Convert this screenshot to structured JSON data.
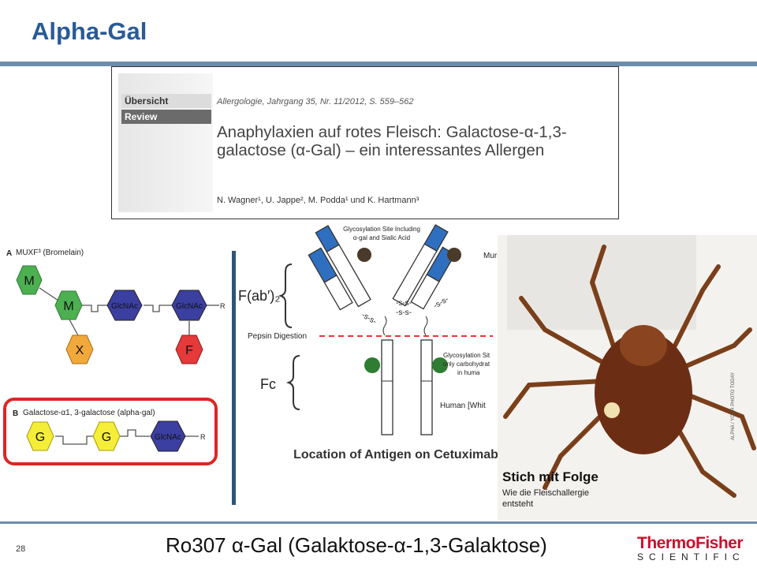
{
  "slide": {
    "title": "Alpha-Gal",
    "page_number": "28",
    "footer_caption": "Ro307 α-Gal (Galaktose-α-1,3-Galaktose)"
  },
  "logo": {
    "line1": "ThermoFisher",
    "line2": "SCIENTIFIC"
  },
  "paper": {
    "tab_overview": "Übersicht",
    "tab_review": "Review",
    "journal": "Allergologie, Jahrgang 35, Nr. 11/2012, S. 559–562",
    "headline": "Anaphylaxien auf rotes Fleisch: Galactose-α-1,3-galactose (α-Gal) – ein interessantes Allergen",
    "authors": "N. Wagner¹, U. Jappe², M. Podda¹ und K. Hartmann³"
  },
  "glycan": {
    "panel_a_letter": "A",
    "panel_a_label": "MUXF³ (Bromelain)",
    "panel_b_letter": "B",
    "panel_b_label": "Galactose-α1, 3-galactose (alpha-gal)",
    "nodes": {
      "m": "M",
      "x": "X",
      "f": "F",
      "g": "G",
      "glcnac": "GlcNAc",
      "r": "R"
    },
    "colors": {
      "mannose": "#4caf50",
      "xylose": "#f2a93b",
      "fucose": "#e5393a",
      "galactose": "#f5ee39",
      "glcnac": "#3b3fa0",
      "highlight": "#e02424"
    }
  },
  "antibody": {
    "glyco_note_line1": "Glycosylation Site Including",
    "glyco_note_line2": "α-gal and Sialic Acid",
    "murine": "Murin",
    "fab": "F(ab′)₂",
    "pepsin": "Pepsin Digestion",
    "fc": "Fc",
    "glyco_site_line1": "Glycosylation Sit",
    "glyco_site_line2": "only carbohydrat",
    "glyco_site_line3": "in huma",
    "human": "Human [Whit",
    "disulfide": "-s-s-",
    "caption": "Location of Antigen on Cetuximab",
    "colors": {
      "variable": "#2f6fbf",
      "glycan": "#2e7d32",
      "pepsin_line": "#e53935"
    }
  },
  "tick_photo": {
    "headline": "Stich mit Folge",
    "subline_1": "Wie die Fleischallergie",
    "subline_2": "entsteht",
    "side_text": "ALPHA / YOUR PHOTO TODAY",
    "icon": "lone-star-tick-photo"
  }
}
